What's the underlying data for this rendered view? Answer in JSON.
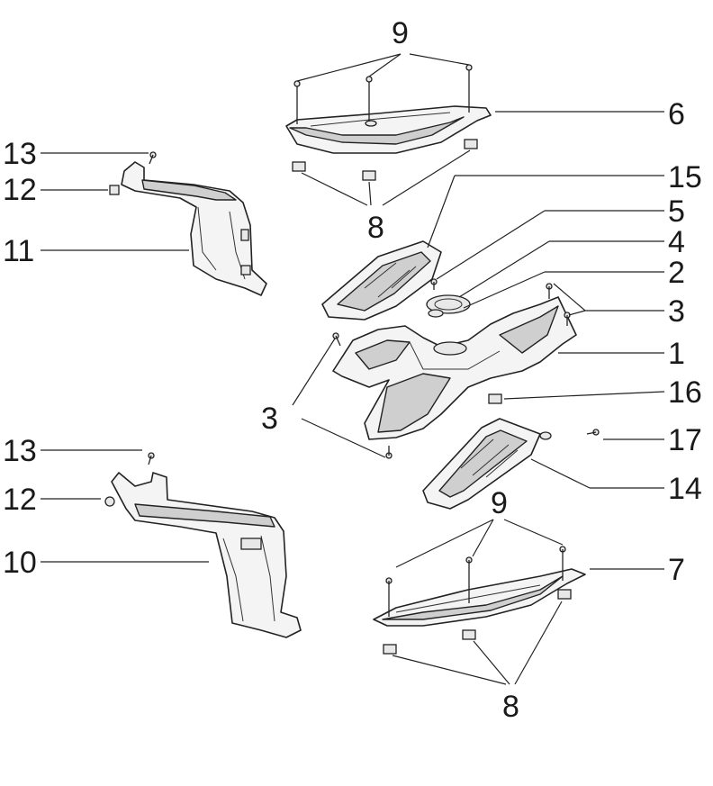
{
  "labels": {
    "p1": "1",
    "p2": "2",
    "p3_right": "3",
    "p3_left": "3",
    "p4": "4",
    "p5": "5",
    "p6": "6",
    "p7": "7",
    "p8_top": "8",
    "p8_bottom": "8",
    "p9_top": "9",
    "p9_bottom": "9",
    "p10": "10",
    "p11": "11",
    "p12_top": "12",
    "p12_bottom": "12",
    "p13_top": "13",
    "p13_bottom": "13",
    "p14": "14",
    "p15": "15",
    "p16": "16",
    "p17": "17"
  }
}
